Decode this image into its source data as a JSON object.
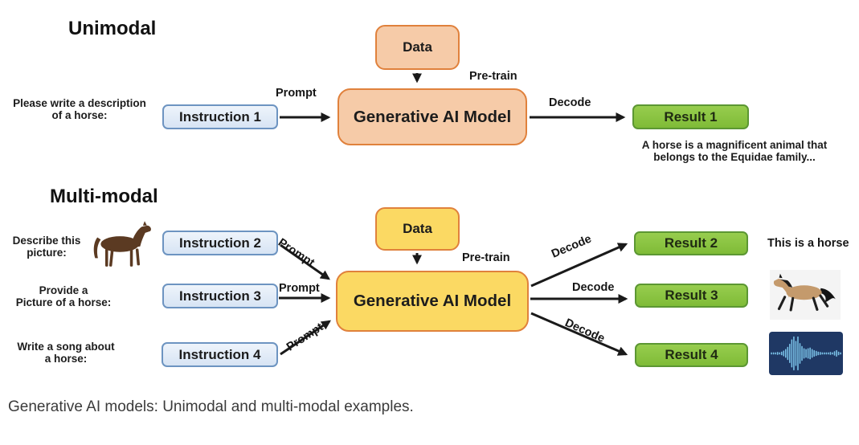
{
  "caption": "Generative AI models: Unimodal and multi-modal examples.",
  "unimodal": {
    "heading": "Unimodal",
    "input_label": "Please write a description\nof a horse:",
    "instruction_label": "Instruction 1",
    "prompt_label": "Prompt",
    "data_label": "Data",
    "pretrain_label": "Pre-train",
    "model_label": "Generative AI Model",
    "decode_label": "Decode",
    "result_label": "Result 1",
    "output_text": "A horse is a magnificent animal that\nbelongs to the Equidae family..."
  },
  "multimodal": {
    "heading": "Multi-modal",
    "data_label": "Data",
    "pretrain_label": "Pre-train",
    "model_label": "Generative AI Model",
    "rows": [
      {
        "input_label": "Describe this\npicture:",
        "input_icon": "standing-horse",
        "instruction_label": "Instruction 2",
        "prompt_label": "Prompt",
        "decode_label": "Decode",
        "result_label": "Result 2",
        "output_text": "This is a horse",
        "output_icon": ""
      },
      {
        "input_label": "Provide a\nPicture of a horse:",
        "input_icon": "",
        "instruction_label": "Instruction 3",
        "prompt_label": "Prompt",
        "decode_label": "Decode",
        "result_label": "Result 3",
        "output_text": "",
        "output_icon": "running-horse"
      },
      {
        "input_label": "Write a song about\na horse:",
        "input_icon": "",
        "instruction_label": "Instruction 4",
        "prompt_label": "Prompt",
        "decode_label": "Decode",
        "result_label": "Result 4",
        "output_text": "",
        "output_icon": "audio-waveform"
      }
    ]
  },
  "colors": {
    "peach_fill": "#F6CBA8",
    "yellow_fill": "#FBD963",
    "orange_border": "#E0813C",
    "blue_fill": "#DDE9F6",
    "blue_border": "#6D94C1",
    "green_fill": "#8DC63F",
    "green_border": "#5C9733",
    "arrow": "#1A1A1A",
    "waveform_bg": "#1F3864",
    "waveform_bar": "#7CC4EA"
  },
  "icons": {
    "input_picture": "standing-horse",
    "result3_picture": "running-horse",
    "result4_picture": "audio-waveform",
    "waveform_bars": [
      3,
      3,
      3,
      4,
      3,
      5,
      8,
      12,
      18,
      26,
      38,
      46,
      34,
      46,
      28,
      20,
      14,
      12,
      14,
      16,
      12,
      9,
      7,
      5,
      4,
      3,
      3,
      3,
      3,
      4,
      3,
      6,
      9,
      5,
      3
    ]
  }
}
